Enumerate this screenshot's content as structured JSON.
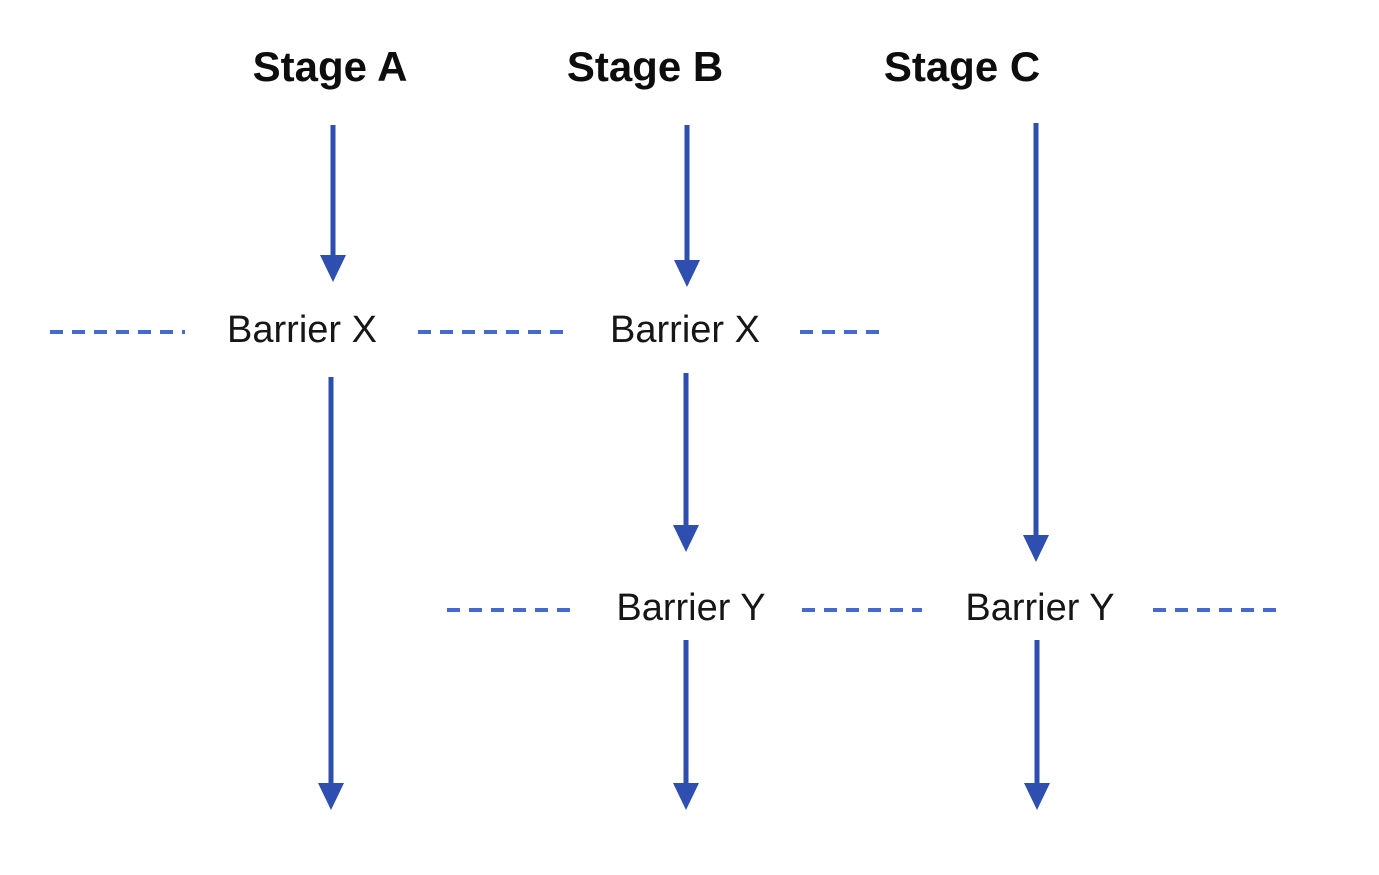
{
  "diagram": {
    "description": "Three parallel stage pipelines flowing downward through synchronization barriers",
    "stages": [
      {
        "label": "Stage A"
      },
      {
        "label": "Stage B"
      },
      {
        "label": "Stage C"
      }
    ],
    "barriers": {
      "x": {
        "label": "Barrier X"
      },
      "y": {
        "label": "Barrier Y"
      }
    }
  },
  "colors": {
    "arrow": "#2e4faf",
    "dash": "#456acf",
    "heading_text": "#0d0d0d",
    "barrier_text": "#161616",
    "background": "#ffffff"
  }
}
